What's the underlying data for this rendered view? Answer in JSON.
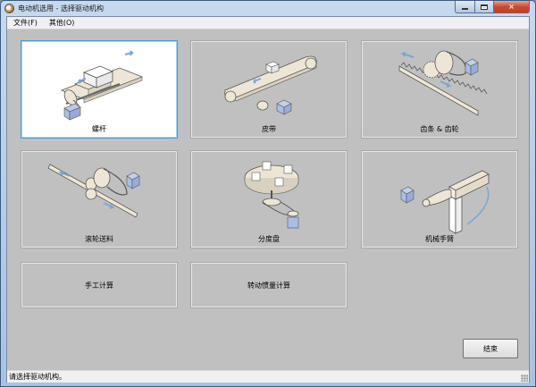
{
  "window": {
    "title": "电动机选用 - 选择驱动机构",
    "controls": {
      "minimize": "minimize",
      "maximize": "maximize",
      "close": "×"
    }
  },
  "menubar": {
    "items": [
      {
        "label": "文件(F)"
      },
      {
        "label": "其他(O)"
      }
    ]
  },
  "mechanisms": [
    {
      "label": "螺杆",
      "icon": "ball-screw-illustration",
      "selected": true
    },
    {
      "label": "皮带",
      "icon": "belt-conveyor-illustration",
      "selected": false
    },
    {
      "label": "齿条 & 齿轮",
      "icon": "rack-and-pinion-illustration",
      "selected": false
    },
    {
      "label": "滚轮送料",
      "icon": "roller-feed-illustration",
      "selected": false
    },
    {
      "label": "分度盘",
      "icon": "index-table-illustration",
      "selected": false
    },
    {
      "label": "机械手臂",
      "icon": "robot-arm-illustration",
      "selected": false
    }
  ],
  "calc_buttons": [
    {
      "label": "手工计算"
    },
    {
      "label": "转动惯量计算"
    }
  ],
  "end_button": {
    "label": "结束"
  },
  "statusbar": {
    "text": "请选择驱动机构。"
  },
  "colors": {
    "client_bg": "#c0c0c0",
    "selected_border": "#4a9bc7",
    "motor_blue": "#a9bde6",
    "arrow_blue": "#7aa6d8",
    "part_beige": "#ede6d6"
  }
}
